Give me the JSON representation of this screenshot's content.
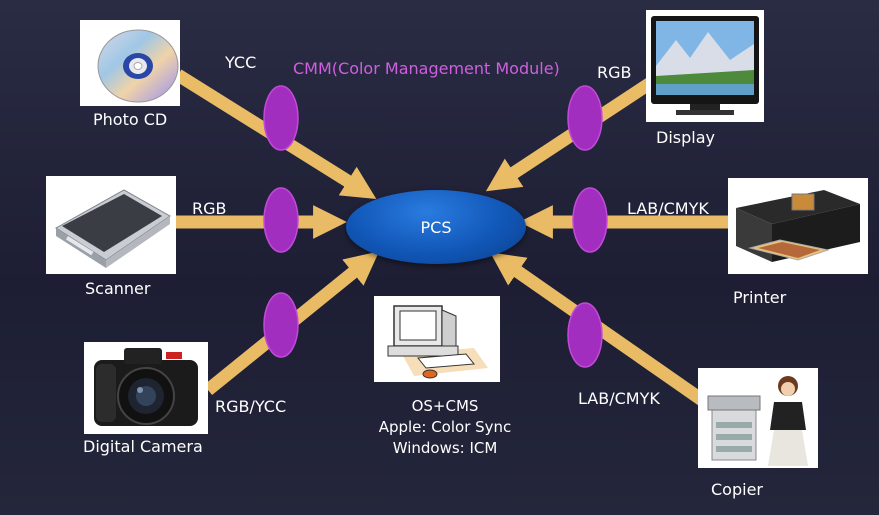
{
  "title": "CMM(Color Management Module)",
  "hub": {
    "label": "PCS"
  },
  "devices": {
    "photo_cd": {
      "name": "Photo CD",
      "format": "YCC"
    },
    "scanner": {
      "name": "Scanner",
      "format": "RGB"
    },
    "camera": {
      "name": "Digital Camera",
      "format": "RGB/YCC"
    },
    "display": {
      "name": "Display",
      "format": "RGB"
    },
    "printer": {
      "name": "Printer",
      "format": "LAB/CMYK"
    },
    "copier": {
      "name": "Copier",
      "format": "LAB/CMYK"
    }
  },
  "os_cms": {
    "line1": "OS+CMS",
    "line2": "Apple: Color Sync",
    "line3": "Windows: ICM"
  },
  "colors": {
    "arrow": "#fcc96a",
    "cmm_ellipse": "#a22ec0",
    "pcs": "#1157b7",
    "title": "#cf5fe0"
  }
}
